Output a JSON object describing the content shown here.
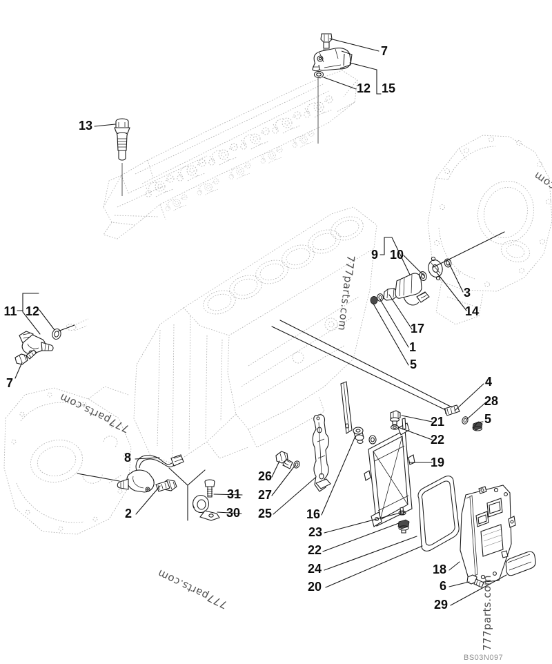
{
  "figure": {
    "drawing_code": "BS03N097",
    "watermark": "777parts.com",
    "watermark_fragment": "com"
  },
  "callouts": [
    "7",
    "12",
    "15",
    "13",
    "9",
    "10",
    "3",
    "14",
    "17",
    "1",
    "5",
    "11",
    "12",
    "7",
    "4",
    "28",
    "21",
    "5",
    "22",
    "19",
    "8",
    "26",
    "27",
    "2",
    "31",
    "30",
    "25",
    "16",
    "23",
    "22",
    "24",
    "20",
    "18",
    "6",
    "29"
  ]
}
